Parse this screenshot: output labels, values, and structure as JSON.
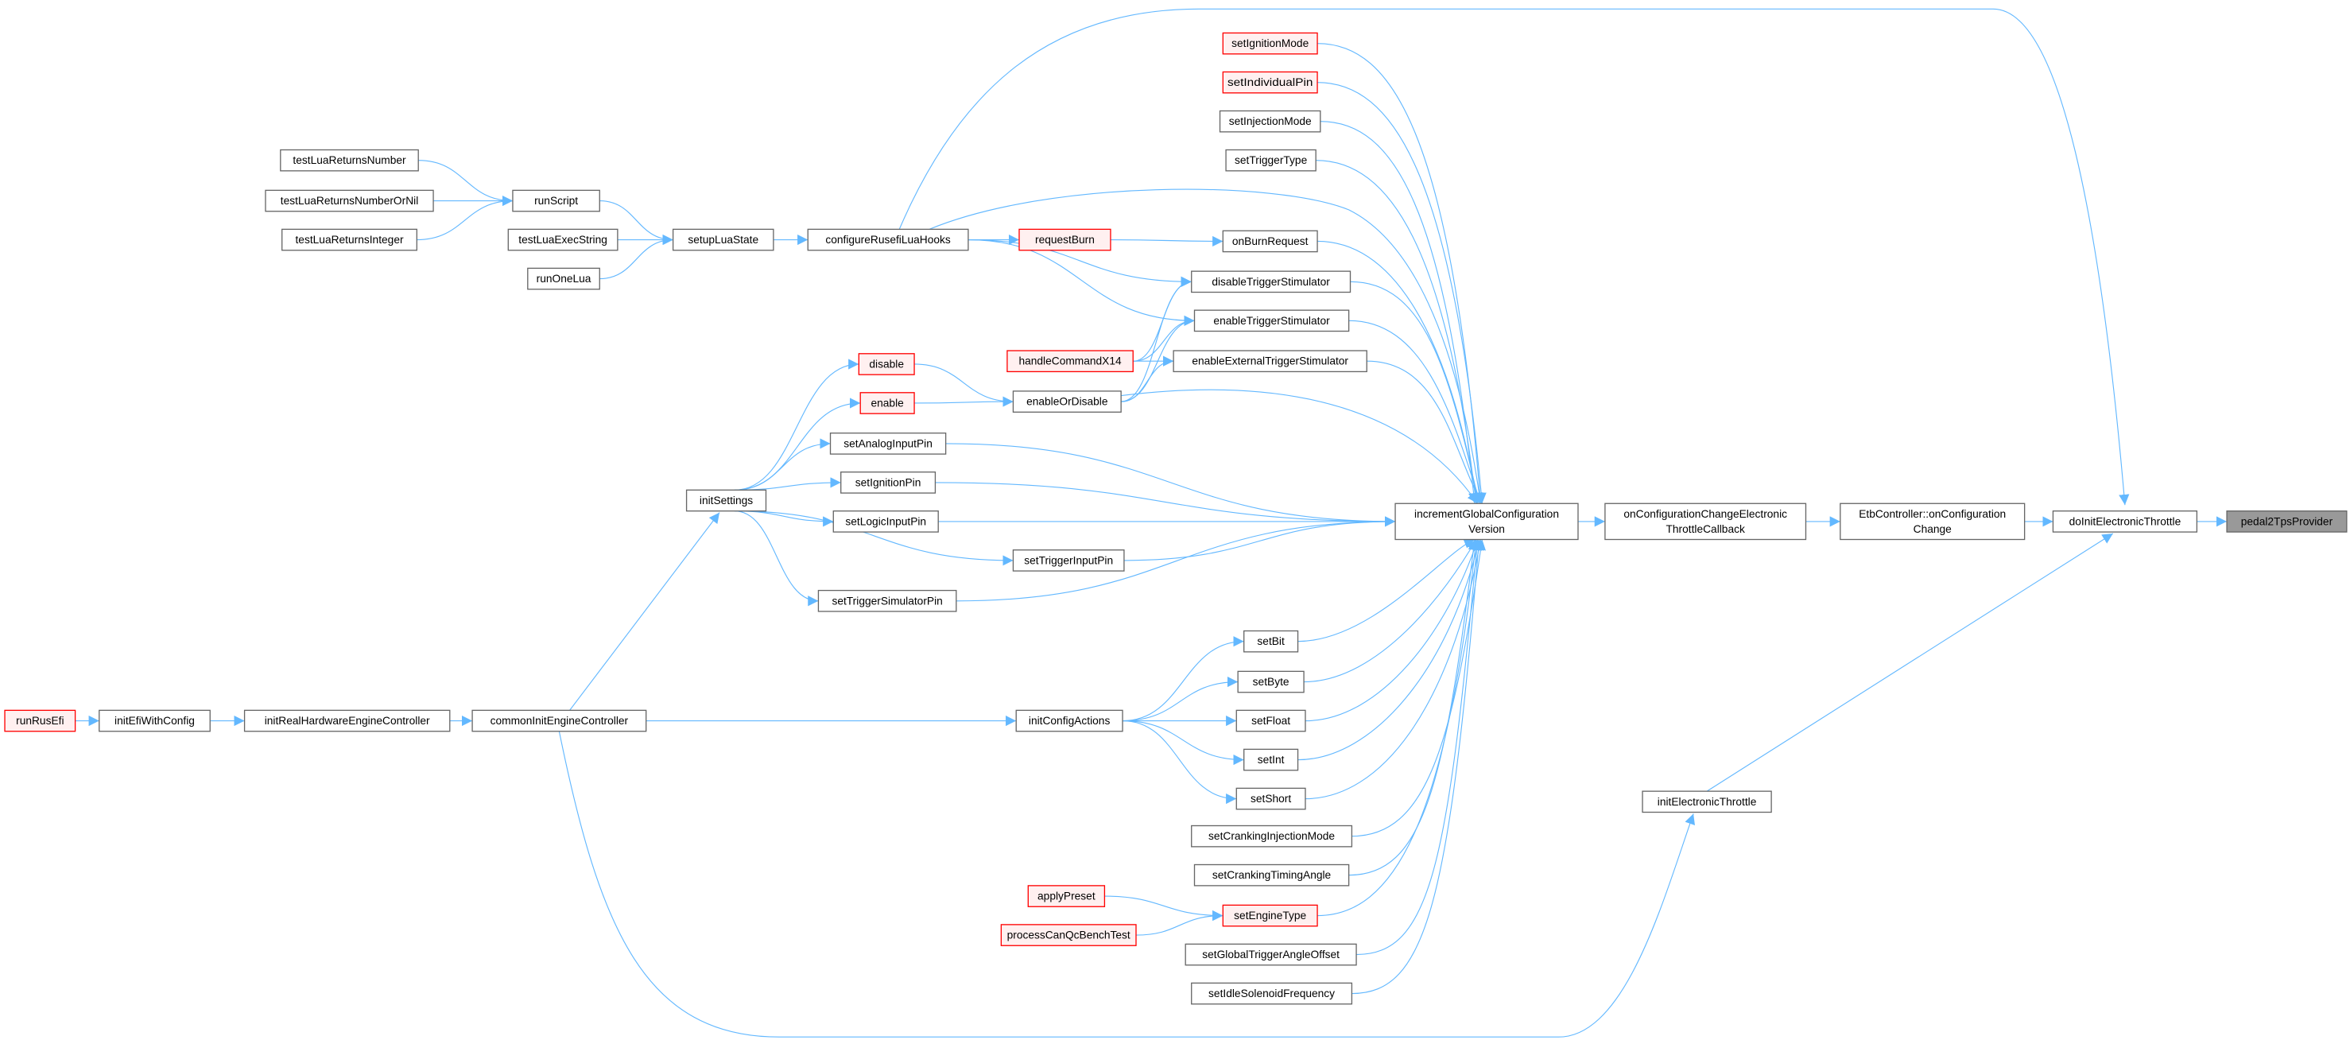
{
  "graph": {
    "title": "pedal2TpsProvider caller graph",
    "colors": {
      "edge": "#63b8ff",
      "red_border": "#ff0000",
      "red_fill": "#fff0f0",
      "root_fill": "#999999",
      "border": "#666666"
    },
    "nodes": [
      {
        "id": "testLuaReturnsNumber",
        "lines": [
          "testLuaReturnsNumber"
        ],
        "style": "normal"
      },
      {
        "id": "testLuaReturnsNumberOrNil",
        "lines": [
          "testLuaReturnsNumberOrNil"
        ],
        "style": "normal"
      },
      {
        "id": "testLuaReturnsInteger",
        "lines": [
          "testLuaReturnsInteger"
        ],
        "style": "normal"
      },
      {
        "id": "runScript",
        "lines": [
          "runScript"
        ],
        "style": "normal"
      },
      {
        "id": "testLuaExecString",
        "lines": [
          "testLuaExecString"
        ],
        "style": "normal"
      },
      {
        "id": "runOneLua",
        "lines": [
          "runOneLua"
        ],
        "style": "normal"
      },
      {
        "id": "setupLuaState",
        "lines": [
          "setupLuaState"
        ],
        "style": "normal"
      },
      {
        "id": "configureRusefiLuaHooks",
        "lines": [
          "configureRusefiLuaHooks"
        ],
        "style": "normal"
      },
      {
        "id": "requestBurn",
        "lines": [
          "requestBurn"
        ],
        "style": "red"
      },
      {
        "id": "handleCommandX14",
        "lines": [
          "handleCommandX14"
        ],
        "style": "red"
      },
      {
        "id": "disable",
        "lines": [
          "disable"
        ],
        "style": "red"
      },
      {
        "id": "enable",
        "lines": [
          "enable"
        ],
        "style": "red"
      },
      {
        "id": "enableOrDisable",
        "lines": [
          "enableOrDisable"
        ],
        "style": "normal"
      },
      {
        "id": "setAnalogInputPin",
        "lines": [
          "setAnalogInputPin"
        ],
        "style": "normal"
      },
      {
        "id": "setIgnitionPin",
        "lines": [
          "setIgnitionPin"
        ],
        "style": "normal"
      },
      {
        "id": "setLogicInputPin",
        "lines": [
          "setLogicInputPin"
        ],
        "style": "normal"
      },
      {
        "id": "setTriggerInputPin",
        "lines": [
          "setTriggerInputPin"
        ],
        "style": "normal"
      },
      {
        "id": "setTriggerSimulatorPin",
        "lines": [
          "setTriggerSimulatorPin"
        ],
        "style": "normal"
      },
      {
        "id": "initSettings",
        "lines": [
          "initSettings"
        ],
        "style": "normal"
      },
      {
        "id": "setIgnitionMode",
        "lines": [
          "setIgnitionMode"
        ],
        "style": "red"
      },
      {
        "id": "setIndividualPin",
        "lines": [
          "setIndividualPin"
        ],
        "style": "red"
      },
      {
        "id": "setInjectionMode",
        "lines": [
          "setInjectionMode"
        ],
        "style": "normal"
      },
      {
        "id": "setTriggerType",
        "lines": [
          "setTriggerType"
        ],
        "style": "normal"
      },
      {
        "id": "onBurnRequest",
        "lines": [
          "onBurnRequest"
        ],
        "style": "normal"
      },
      {
        "id": "disableTriggerStimulator",
        "lines": [
          "disableTriggerStimulator"
        ],
        "style": "normal"
      },
      {
        "id": "enableTriggerStimulator",
        "lines": [
          "enableTriggerStimulator"
        ],
        "style": "normal"
      },
      {
        "id": "enableExternalTriggerStimulator",
        "lines": [
          "enableExternalTriggerStimulator"
        ],
        "style": "normal"
      },
      {
        "id": "incrementGlobalConfigurationVersion",
        "lines": [
          "incrementGlobalConfiguration",
          "Version"
        ],
        "style": "normal"
      },
      {
        "id": "onConfigurationChangeElectronicThrottleCallback",
        "lines": [
          "onConfigurationChangeElectronic",
          "ThrottleCallback"
        ],
        "style": "normal"
      },
      {
        "id": "EtbController_onConfigurationChange",
        "lines": [
          "EtbController::onConfiguration",
          "Change"
        ],
        "style": "normal"
      },
      {
        "id": "doInitElectronicThrottle",
        "lines": [
          "doInitElectronicThrottle"
        ],
        "style": "normal"
      },
      {
        "id": "pedal2TpsProvider",
        "lines": [
          "pedal2TpsProvider"
        ],
        "style": "root"
      },
      {
        "id": "setBit",
        "lines": [
          "setBit"
        ],
        "style": "normal"
      },
      {
        "id": "setByte",
        "lines": [
          "setByte"
        ],
        "style": "normal"
      },
      {
        "id": "setFloat",
        "lines": [
          "setFloat"
        ],
        "style": "normal"
      },
      {
        "id": "setInt",
        "lines": [
          "setInt"
        ],
        "style": "normal"
      },
      {
        "id": "setShort",
        "lines": [
          "setShort"
        ],
        "style": "normal"
      },
      {
        "id": "setCrankingInjectionMode",
        "lines": [
          "setCrankingInjectionMode"
        ],
        "style": "normal"
      },
      {
        "id": "setCrankingTimingAngle",
        "lines": [
          "setCrankingTimingAngle"
        ],
        "style": "normal"
      },
      {
        "id": "setEngineType",
        "lines": [
          "setEngineType"
        ],
        "style": "red"
      },
      {
        "id": "setGlobalTriggerAngleOffset",
        "lines": [
          "setGlobalTriggerAngleOffset"
        ],
        "style": "normal"
      },
      {
        "id": "setIdleSolenoidFrequency",
        "lines": [
          "setIdleSolenoidFrequency"
        ],
        "style": "normal"
      },
      {
        "id": "applyPreset",
        "lines": [
          "applyPreset"
        ],
        "style": "red"
      },
      {
        "id": "processCanQcBenchTest",
        "lines": [
          "processCanQcBenchTest"
        ],
        "style": "red"
      },
      {
        "id": "initConfigActions",
        "lines": [
          "initConfigActions"
        ],
        "style": "normal"
      },
      {
        "id": "initElectronicThrottle",
        "lines": [
          "initElectronicThrottle"
        ],
        "style": "normal"
      },
      {
        "id": "runRusEfi",
        "lines": [
          "runRusEfi"
        ],
        "style": "red"
      },
      {
        "id": "initEfiWithConfig",
        "lines": [
          "initEfiWithConfig"
        ],
        "style": "normal"
      },
      {
        "id": "initRealHardwareEngineController",
        "lines": [
          "initRealHardwareEngineController"
        ],
        "style": "normal"
      },
      {
        "id": "commonInitEngineController",
        "lines": [
          "commonInitEngineController"
        ],
        "style": "normal"
      }
    ],
    "edges": [
      [
        "testLuaReturnsNumber",
        "runScript"
      ],
      [
        "testLuaReturnsNumberOrNil",
        "runScript"
      ],
      [
        "testLuaReturnsInteger",
        "runScript"
      ],
      [
        "runScript",
        "setupLuaState"
      ],
      [
        "testLuaExecString",
        "setupLuaState"
      ],
      [
        "runOneLua",
        "setupLuaState"
      ],
      [
        "setupLuaState",
        "configureRusefiLuaHooks"
      ],
      [
        "configureRusefiLuaHooks",
        "requestBurn"
      ],
      [
        "requestBurn",
        "onBurnRequest"
      ],
      [
        "configureRusefiLuaHooks",
        "doInitElectronicThrottle"
      ],
      [
        "configureRusefiLuaHooks",
        "incrementGlobalConfigurationVersion"
      ],
      [
        "configureRusefiLuaHooks",
        "disableTriggerStimulator"
      ],
      [
        "configureRusefiLuaHooks",
        "enableTriggerStimulator"
      ],
      [
        "handleCommandX14",
        "disableTriggerStimulator"
      ],
      [
        "handleCommandX14",
        "enableTriggerStimulator"
      ],
      [
        "handleCommandX14",
        "enableExternalTriggerStimulator"
      ],
      [
        "enableOrDisable",
        "disableTriggerStimulator"
      ],
      [
        "enableOrDisable",
        "enableTriggerStimulator"
      ],
      [
        "enableOrDisable",
        "enableExternalTriggerStimulator"
      ],
      [
        "enableOrDisable",
        "incrementGlobalConfigurationVersion"
      ],
      [
        "disable",
        "enableOrDisable"
      ],
      [
        "enable",
        "enableOrDisable"
      ],
      [
        "initSettings",
        "disable"
      ],
      [
        "initSettings",
        "enable"
      ],
      [
        "initSettings",
        "setAnalogInputPin"
      ],
      [
        "initSettings",
        "setIgnitionPin"
      ],
      [
        "initSettings",
        "setLogicInputPin"
      ],
      [
        "initSettings",
        "setTriggerInputPin"
      ],
      [
        "initSettings",
        "setTriggerSimulatorPin"
      ],
      [
        "setAnalogInputPin",
        "incrementGlobalConfigurationVersion"
      ],
      [
        "setIgnitionPin",
        "incrementGlobalConfigurationVersion"
      ],
      [
        "setLogicInputPin",
        "incrementGlobalConfigurationVersion"
      ],
      [
        "setTriggerInputPin",
        "incrementGlobalConfigurationVersion"
      ],
      [
        "setTriggerSimulatorPin",
        "incrementGlobalConfigurationVersion"
      ],
      [
        "setIgnitionMode",
        "incrementGlobalConfigurationVersion"
      ],
      [
        "setIndividualPin",
        "incrementGlobalConfigurationVersion"
      ],
      [
        "setInjectionMode",
        "incrementGlobalConfigurationVersion"
      ],
      [
        "setTriggerType",
        "incrementGlobalConfigurationVersion"
      ],
      [
        "onBurnRequest",
        "incrementGlobalConfigurationVersion"
      ],
      [
        "disableTriggerStimulator",
        "incrementGlobalConfigurationVersion"
      ],
      [
        "enableTriggerStimulator",
        "incrementGlobalConfigurationVersion"
      ],
      [
        "enableExternalTriggerStimulator",
        "incrementGlobalConfigurationVersion"
      ],
      [
        "setBit",
        "incrementGlobalConfigurationVersion"
      ],
      [
        "setByte",
        "incrementGlobalConfigurationVersion"
      ],
      [
        "setFloat",
        "incrementGlobalConfigurationVersion"
      ],
      [
        "setInt",
        "incrementGlobalConfigurationVersion"
      ],
      [
        "setShort",
        "incrementGlobalConfigurationVersion"
      ],
      [
        "setCrankingInjectionMode",
        "incrementGlobalConfigurationVersion"
      ],
      [
        "setCrankingTimingAngle",
        "incrementGlobalConfigurationVersion"
      ],
      [
        "setEngineType",
        "incrementGlobalConfigurationVersion"
      ],
      [
        "setGlobalTriggerAngleOffset",
        "incrementGlobalConfigurationVersion"
      ],
      [
        "setIdleSolenoidFrequency",
        "incrementGlobalConfigurationVersion"
      ],
      [
        "applyPreset",
        "setEngineType"
      ],
      [
        "processCanQcBenchTest",
        "setEngineType"
      ],
      [
        "initConfigActions",
        "setBit"
      ],
      [
        "initConfigActions",
        "setByte"
      ],
      [
        "initConfigActions",
        "setFloat"
      ],
      [
        "initConfigActions",
        "setInt"
      ],
      [
        "initConfigActions",
        "setShort"
      ],
      [
        "commonInitEngineController",
        "initSettings"
      ],
      [
        "commonInitEngineController",
        "initConfigActions"
      ],
      [
        "commonInitEngineController",
        "initElectronicThrottle"
      ],
      [
        "runRusEfi",
        "initEfiWithConfig"
      ],
      [
        "initEfiWithConfig",
        "initRealHardwareEngineController"
      ],
      [
        "initRealHardwareEngineController",
        "commonInitEngineController"
      ],
      [
        "initElectronicThrottle",
        "doInitElectronicThrottle"
      ],
      [
        "incrementGlobalConfigurationVersion",
        "onConfigurationChangeElectronicThrottleCallback"
      ],
      [
        "onConfigurationChangeElectronicThrottleCallback",
        "EtbController_onConfigurationChange"
      ],
      [
        "EtbController_onConfigurationChange",
        "doInitElectronicThrottle"
      ],
      [
        "doInitElectronicThrottle",
        "pedal2TpsProvider"
      ]
    ]
  }
}
